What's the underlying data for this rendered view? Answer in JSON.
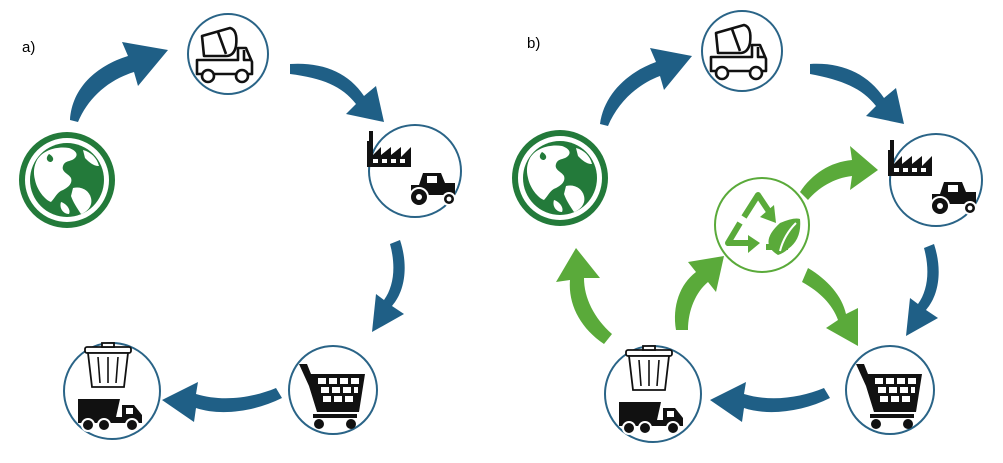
{
  "panels": [
    {
      "label": "a)",
      "nodes": [
        {
          "icon": "earth-icon"
        },
        {
          "icon": "mixer-truck-icon"
        },
        {
          "icon": "factory-tractor-icon"
        },
        {
          "icon": "shopping-cart-icon"
        },
        {
          "icon": "trash-truck-icon"
        }
      ],
      "arrows": [
        "earth-to-truck",
        "truck-to-factory",
        "factory-to-cart",
        "cart-to-trash"
      ]
    },
    {
      "label": "b)",
      "nodes": [
        {
          "icon": "earth-icon"
        },
        {
          "icon": "mixer-truck-icon"
        },
        {
          "icon": "factory-tractor-icon"
        },
        {
          "icon": "shopping-cart-icon"
        },
        {
          "icon": "trash-truck-icon"
        },
        {
          "icon": "recycle-leaf-icon"
        }
      ],
      "arrows": [
        "earth-to-truck",
        "truck-to-factory",
        "factory-to-cart",
        "cart-to-trash"
      ],
      "green_arrows": [
        "trash-to-earth",
        "trash-to-recycle",
        "recycle-to-factory",
        "recycle-to-cart"
      ]
    }
  ],
  "colors": {
    "arrow_blue": "#1f5f86",
    "ring_blue": "#2a6487",
    "earth_green": "#237a3a",
    "recycle_green": "#5aaa3a",
    "icon_black": "#111111"
  }
}
